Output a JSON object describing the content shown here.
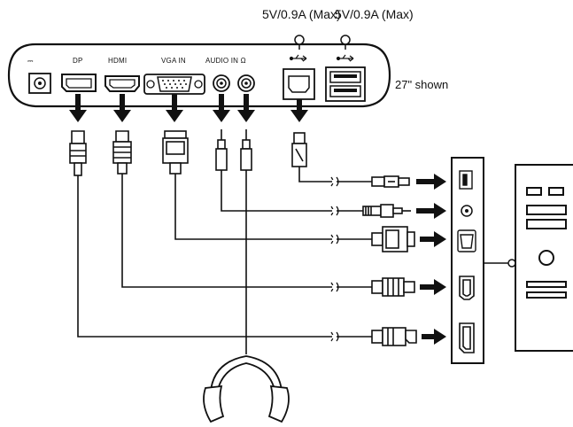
{
  "monitor": {
    "ports": {
      "power_symbol": "⎓",
      "dp": "DP",
      "hdmi": "HDMI",
      "vga": "VGA IN",
      "audio": "AUDIO IN Ω"
    },
    "usb_power_left": "5V/0.9A (Max)",
    "usb_power_right": "5V/0.9A (Max)",
    "size_note": "27\" shown"
  },
  "icons": [
    "usb-icon",
    "headphone-icon",
    "power-dc-icon",
    "audio-jack-icon",
    "computer-tower-icon"
  ],
  "colors": {
    "line": "#111111",
    "fill": "#ffffff"
  }
}
